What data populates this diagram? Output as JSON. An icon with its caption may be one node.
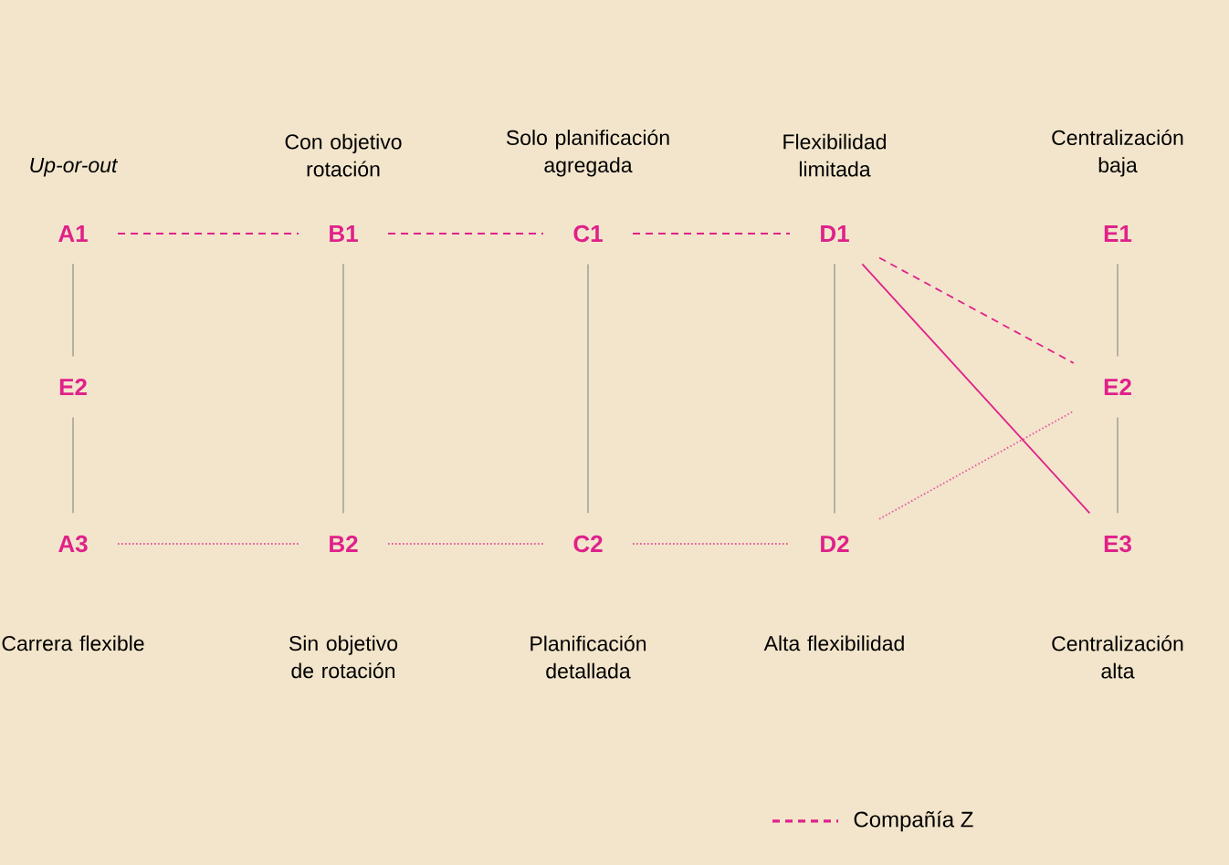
{
  "diagram": {
    "nodes": [
      {
        "text": [
          "A1"
        ],
        "beside": [
          "Up-or-out"
        ]
      },
      {
        "text": [
          "B1"
        ],
        "beside": [
          "Con objetivo rotación"
        ]
      },
      {
        "text": [
          "C1"
        ],
        "beside": [
          "Solo planificación agregada"
        ]
      },
      {
        "text": [
          "D1"
        ],
        "beside": [
          "Flexibilidad limitada"
        ]
      },
      {
        "text": [
          "E1"
        ],
        "beside": [
          "Centralización baja"
        ]
      },
      {
        "text": [
          "E2"
        ]
      },
      {
        "text": [
          "E2"
        ]
      },
      {
        "text": [
          "A3"
        ],
        "beside": [
          "Carrera flexible"
        ]
      },
      {
        "text": [
          "B2"
        ],
        "beside": [
          "Sin objetivo de rotación"
        ]
      },
      {
        "text": [
          "C2"
        ],
        "beside": [
          "Planificación detallada"
        ]
      },
      {
        "text": [
          "D2"
        ],
        "beside": [
          "Alta flexibilidad"
        ]
      },
      {
        "text": [
          "E3"
        ],
        "beside": [
          "Centralización alta"
        ]
      }
    ],
    "edges": [
      {
        "from": 0,
        "to": 1,
        "arrow": "none",
        "style": "dashed",
        "color": "#e0218a"
      },
      {
        "from": 1,
        "to": 2,
        "arrow": "none",
        "style": "dashed",
        "color": "#e0218a"
      },
      {
        "from": 2,
        "to": 3,
        "arrow": "none",
        "style": "dashed",
        "color": "#e0218a"
      },
      {
        "from": 3,
        "to": 6,
        "arrow": "none",
        "style": "dashed",
        "color": "#e0218a"
      },
      {
        "from": 7,
        "to": 8,
        "arrow": "none",
        "style": "dashed",
        "color": "#e8559f"
      },
      {
        "from": 8,
        "to": 9,
        "arrow": "none",
        "style": "dashed",
        "color": "#e8559f"
      },
      {
        "from": 9,
        "to": 10,
        "arrow": "none",
        "style": "dashed",
        "color": "#e8559f"
      },
      {
        "from": 10,
        "to": 6,
        "arrow": "none",
        "style": "dashed",
        "color": "#e8559f"
      },
      {
        "from": 3,
        "to": 11,
        "arrow": "none",
        "color": "#e0218a"
      },
      {
        "from": 0,
        "to": 5,
        "arrow": "none",
        "color": "#b0aaa0"
      },
      {
        "from": 5,
        "to": 7,
        "arrow": "none",
        "color": "#b0aaa0"
      },
      {
        "from": 1,
        "to": 8,
        "arrow": "none",
        "color": "#b0aaa0"
      },
      {
        "from": 2,
        "to": 9,
        "arrow": "none",
        "color": "#b0aaa0"
      },
      {
        "from": 3,
        "to": 10,
        "arrow": "none",
        "color": "#b0aaa0"
      },
      {
        "from": 4,
        "to": 6,
        "arrow": "none",
        "color": "#b0aaa0"
      },
      {
        "from": 6,
        "to": 11,
        "arrow": "none",
        "color": "#b0aaa0"
      }
    ],
    "legend": [
      {
        "text": "Compañía Z"
      }
    ]
  }
}
